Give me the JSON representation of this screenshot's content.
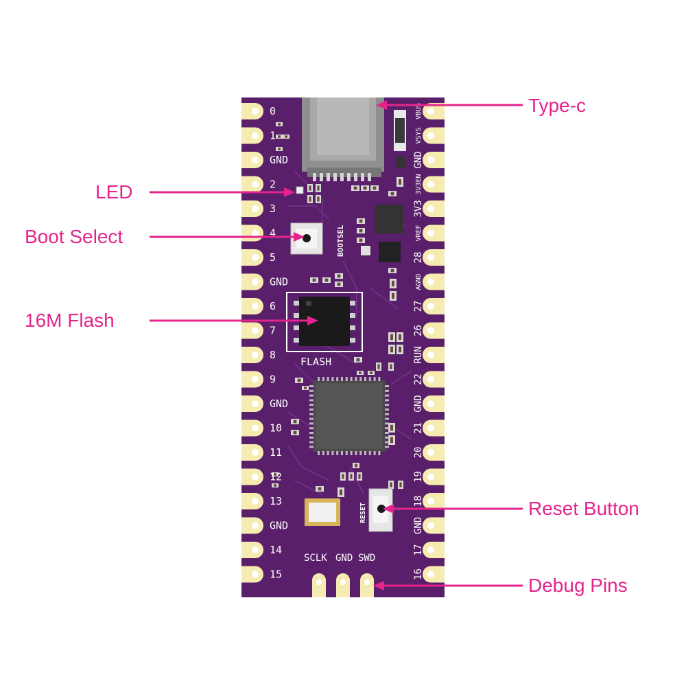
{
  "callouts": {
    "type_c": "Type-c",
    "led": "LED",
    "boot_select": "Boot Select",
    "flash": "16M Flash",
    "reset_button": "Reset Button",
    "debug_pins": "Debug Pins"
  },
  "board": {
    "left_pins": [
      "0",
      "1",
      "GND",
      "2",
      "3",
      "4",
      "5",
      "GND",
      "6",
      "7",
      "8",
      "9",
      "GND",
      "10",
      "11",
      "12",
      "13",
      "GND",
      "14",
      "15"
    ],
    "right_pins": [
      "VBUS",
      "VSYS",
      "GND",
      "3V3EN",
      "3V3",
      "VREF",
      "28",
      "AGND",
      "27",
      "26",
      "RUN",
      "22",
      "GND",
      "21",
      "20",
      "19",
      "18",
      "GND",
      "17",
      "16"
    ],
    "silkscreen": {
      "bootsel": "BOOTSEL",
      "flash": "FLASH",
      "reset": "RESET",
      "sclk": "SCLK",
      "gnd": "GND",
      "swd": "SWD"
    }
  },
  "colors": {
    "pcb": "#5a1f6a",
    "pad": "#f6ebb0",
    "callout": "#e4248c",
    "chip": "#1a1a1a",
    "mcu": "#4a4a4a"
  }
}
